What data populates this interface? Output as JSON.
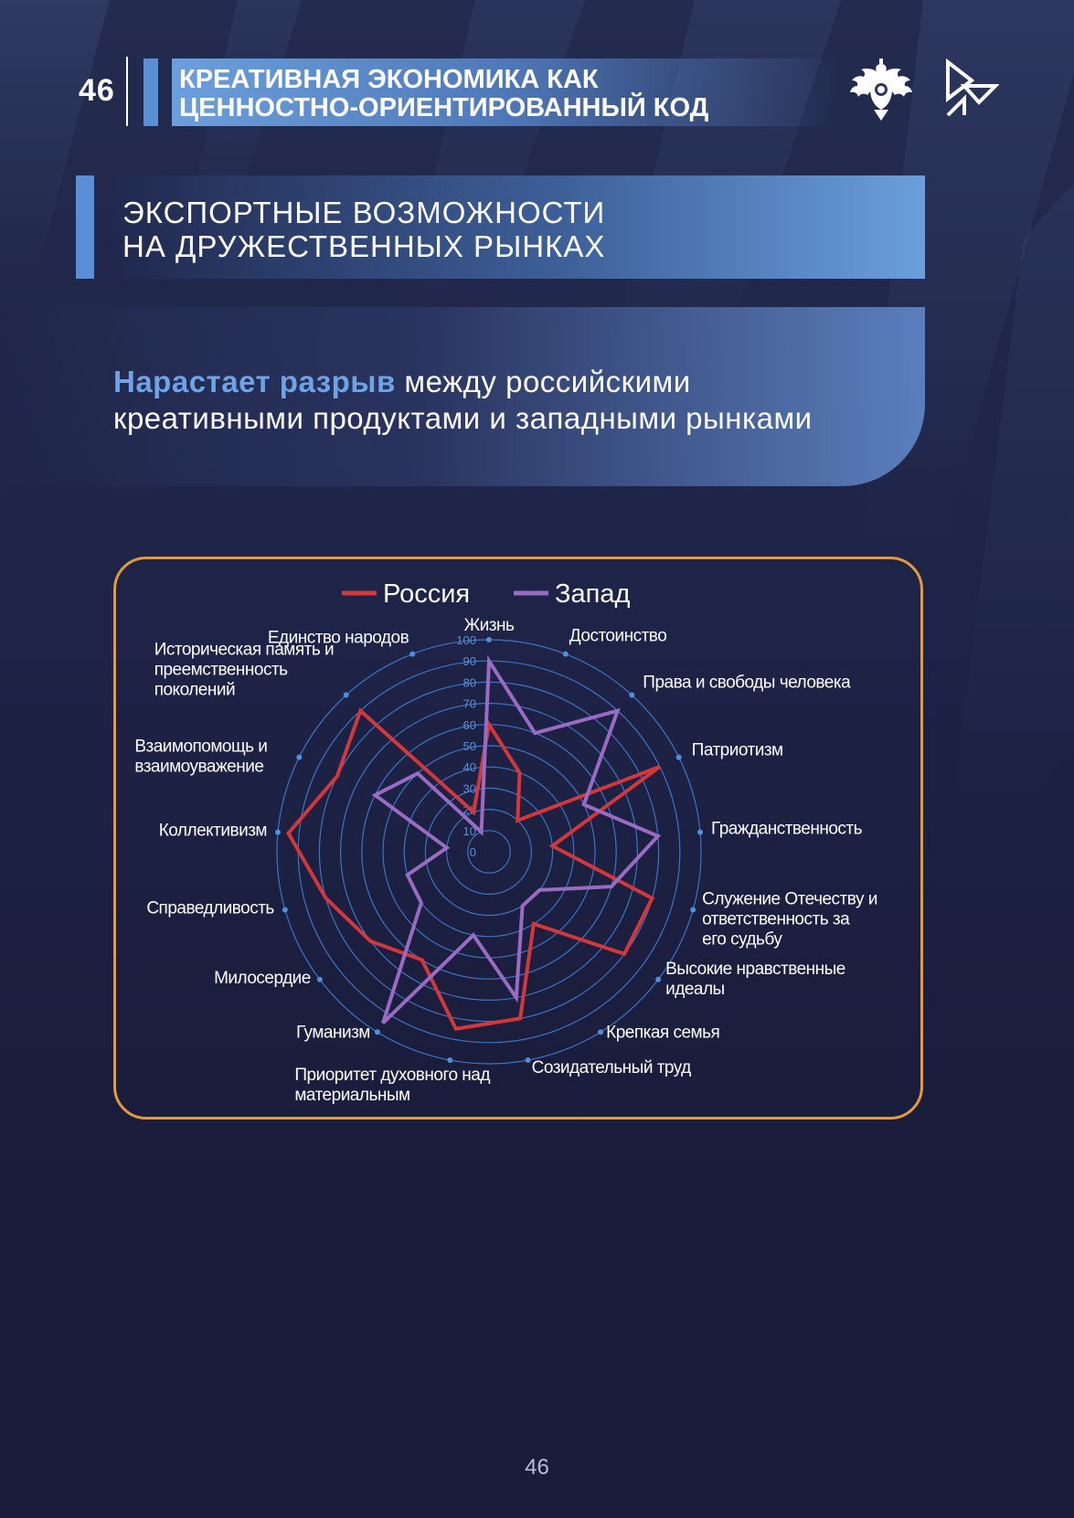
{
  "header": {
    "page_number": "46",
    "title_line1": "КРЕАТИВНАЯ ЭКОНОМИКА КАК",
    "title_line2": "ЦЕННОСТНО-ОРИЕНТИРОВАННЫЙ КОД",
    "emblem_icon": "double-headed-eagle-emblem",
    "logo_icon": "geometric-brand-logo"
  },
  "section": {
    "title_line1": "ЭКСПОРТНЫЕ ВОЗМОЖНОСТИ",
    "title_line2": "НА ДРУЖЕСТВЕННЫХ РЫНКАХ"
  },
  "lead": {
    "emphasis": "Нарастает разрыв",
    "line1_rest": " между российскими",
    "line2": "креативными продуктами и западными рынками"
  },
  "chart_data": {
    "type": "radar",
    "title": "",
    "categories": [
      "Жизнь",
      "Достоинство",
      "Права и свободы человека",
      "Патриотизм",
      "Гражданственность",
      "Служение Отечеству и ответственность за его судьбу",
      "Высокие нравственные идеалы",
      "Крепкая семья",
      "Созидательный труд",
      "Приоритет духовного над материальным",
      "Гуманизм",
      "Милосердие",
      "Справедливость",
      "Коллективизм",
      "Взаимопомощь и взаимоуважение",
      "Историческая память и преемственность поколений",
      "Единство народов"
    ],
    "series": [
      {
        "name": "Россия",
        "color": "#d4373a",
        "values": [
          60,
          40,
          20,
          90,
          30,
          80,
          80,
          40,
          80,
          85,
          60,
          70,
          80,
          95,
          80,
          90,
          20
        ]
      },
      {
        "name": "Запад",
        "color": "#9a6bc2",
        "values": [
          90,
          60,
          90,
          50,
          80,
          60,
          30,
          30,
          70,
          40,
          95,
          40,
          40,
          20,
          60,
          50,
          10
        ]
      }
    ],
    "r_ticks": [
      "0",
      "10",
      "20",
      "30",
      "40",
      "50",
      "60",
      "70",
      "80",
      "90",
      "100"
    ],
    "rlim": [
      0,
      100
    ],
    "legend_position": "top",
    "grid": true
  },
  "footer": {
    "page_number": "46"
  }
}
